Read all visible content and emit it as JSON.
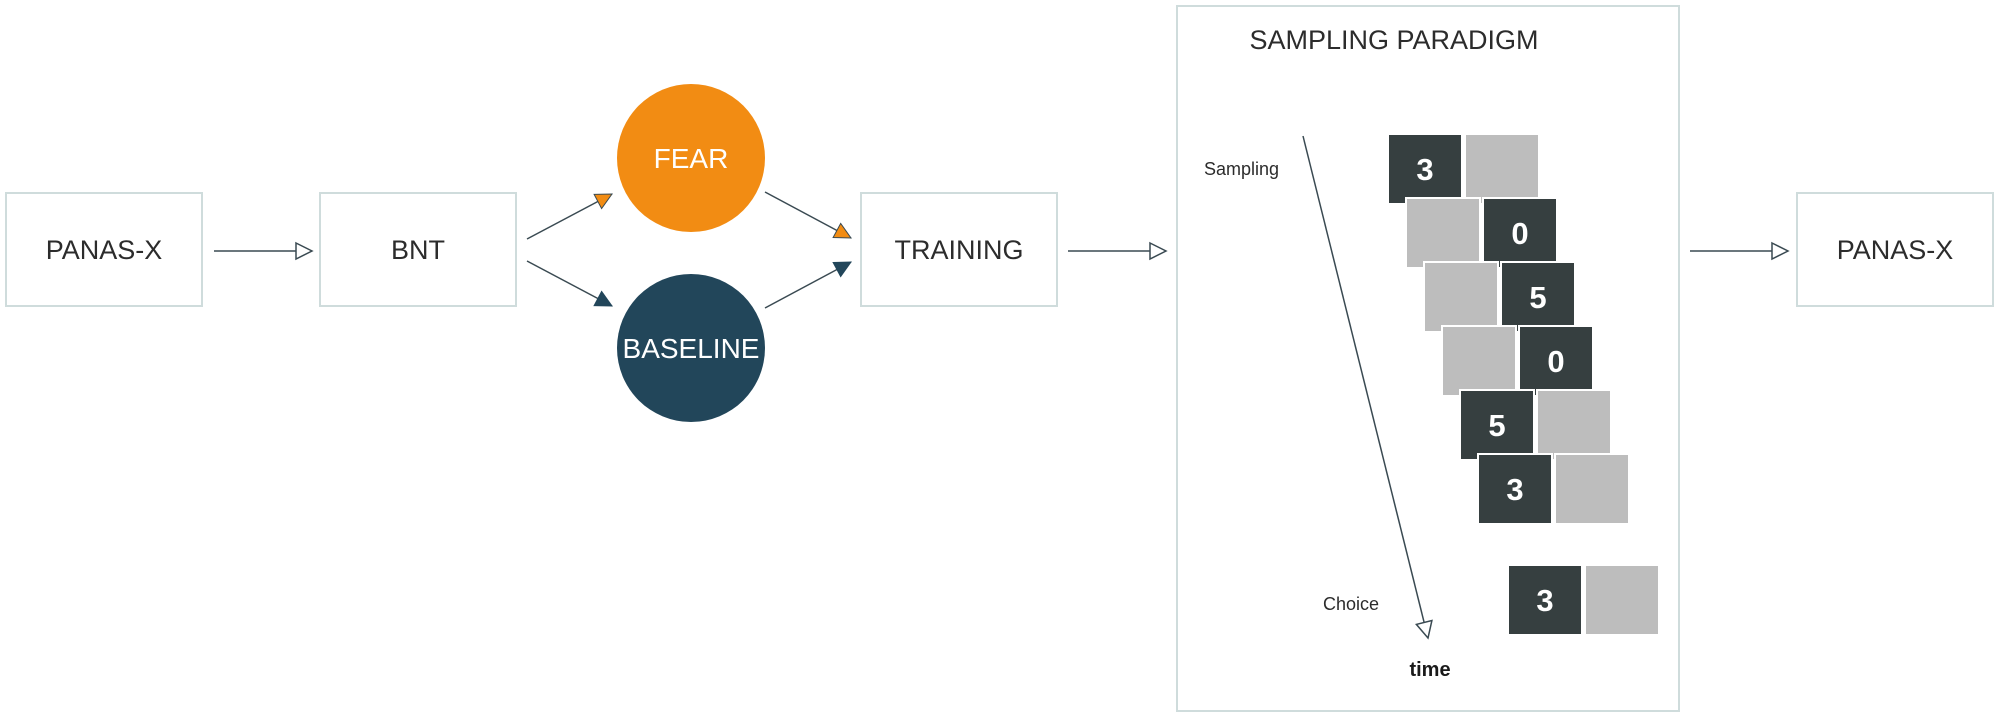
{
  "colors": {
    "box_border": "#cfdcdc",
    "arrow": "#3a4a52",
    "fear": "#f28c13",
    "baseline": "#22465a",
    "card_dark": "#363f40",
    "card_light": "#bdbdbd"
  },
  "flow": {
    "panas_pre": "PANAS-X",
    "bnt": "BNT",
    "fear": "FEAR",
    "baseline": "BASELINE",
    "training": "TRAINING",
    "panas_post": "PANAS-X"
  },
  "paradigm": {
    "title": "SAMPLING PARADIGM",
    "sampling_label": "Sampling",
    "choice_label": "Choice",
    "time_label": "time",
    "samples": [
      {
        "value": "3",
        "side": "left"
      },
      {
        "value": "0",
        "side": "right"
      },
      {
        "value": "5",
        "side": "right"
      },
      {
        "value": "0",
        "side": "right"
      },
      {
        "value": "5",
        "side": "left"
      },
      {
        "value": "3",
        "side": "left"
      }
    ],
    "choice": {
      "value": "3",
      "side": "left"
    }
  }
}
